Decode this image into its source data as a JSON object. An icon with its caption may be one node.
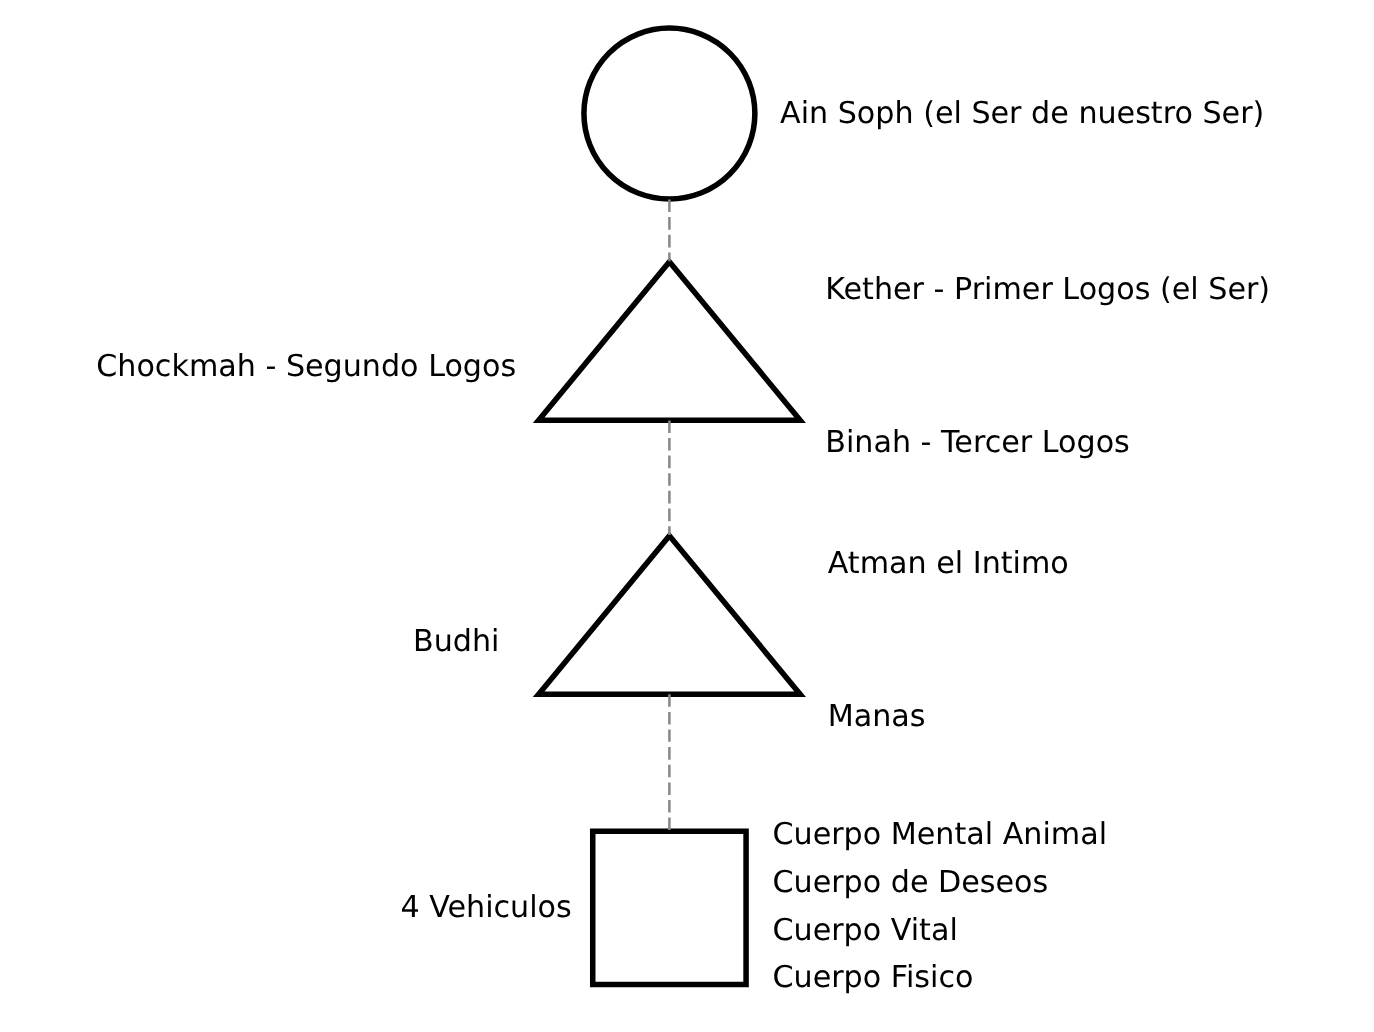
{
  "diagram": {
    "nodes": [
      {
        "text": [],
        "shape": "circle",
        "beside": [
          "Ain Soph (el Ser de nuestro Ser)"
        ]
      },
      {
        "text": [],
        "shape": "triangle",
        "beside": [
          "Kether - Primer Logos (el Ser)",
          "Chockmah - Segundo Logos",
          "Binah - Tercer Logos"
        ]
      },
      {
        "text": [],
        "shape": "triangle",
        "beside": [
          "Atman el Intimo",
          "Budhi",
          "Manas"
        ]
      },
      {
        "text": [],
        "shape": "box",
        "beside": [
          "4 Vehiculos",
          "Cuerpo Mental Animal",
          "Cuerpo de Deseos",
          "Cuerpo Vital",
          "Cuerpo Fisico"
        ]
      }
    ],
    "edges": [
      {
        "from": 0,
        "to": 1,
        "arrow": "none",
        "style": "dashed",
        "color": "#888888"
      },
      {
        "from": 1,
        "to": 2,
        "arrow": "none",
        "style": "dashed",
        "color": "#888888"
      },
      {
        "from": 2,
        "to": 3,
        "arrow": "none",
        "style": "dashed",
        "color": "#888888"
      }
    ]
  }
}
